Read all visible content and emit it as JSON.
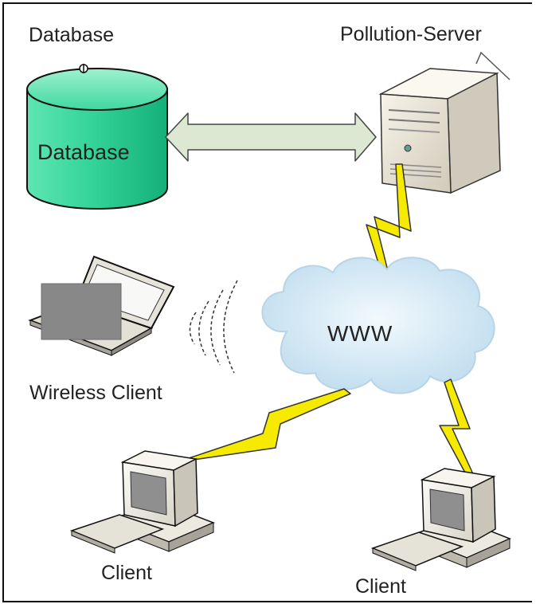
{
  "nodes": {
    "database_title": "Database",
    "database_body": "Database",
    "server": "Pollution-Server",
    "cloud": "WWW",
    "wireless_client": "Wireless Client",
    "client_left": "Client",
    "client_right": "Client"
  },
  "colors": {
    "database_fill": "#2fd39a",
    "database_dark": "#13a871",
    "arrow_fill": "#dce8d2",
    "lightning": "#f5ea00",
    "cloud_fill": "#d9ecf7",
    "device_fill": "#f1efe8"
  },
  "icons": [
    "database-cylinder-icon",
    "server-tower-icon",
    "double-arrow-icon",
    "cloud-icon",
    "laptop-icon",
    "wifi-waves-icon",
    "lightning-link-icon",
    "desktop-computer-icon"
  ]
}
